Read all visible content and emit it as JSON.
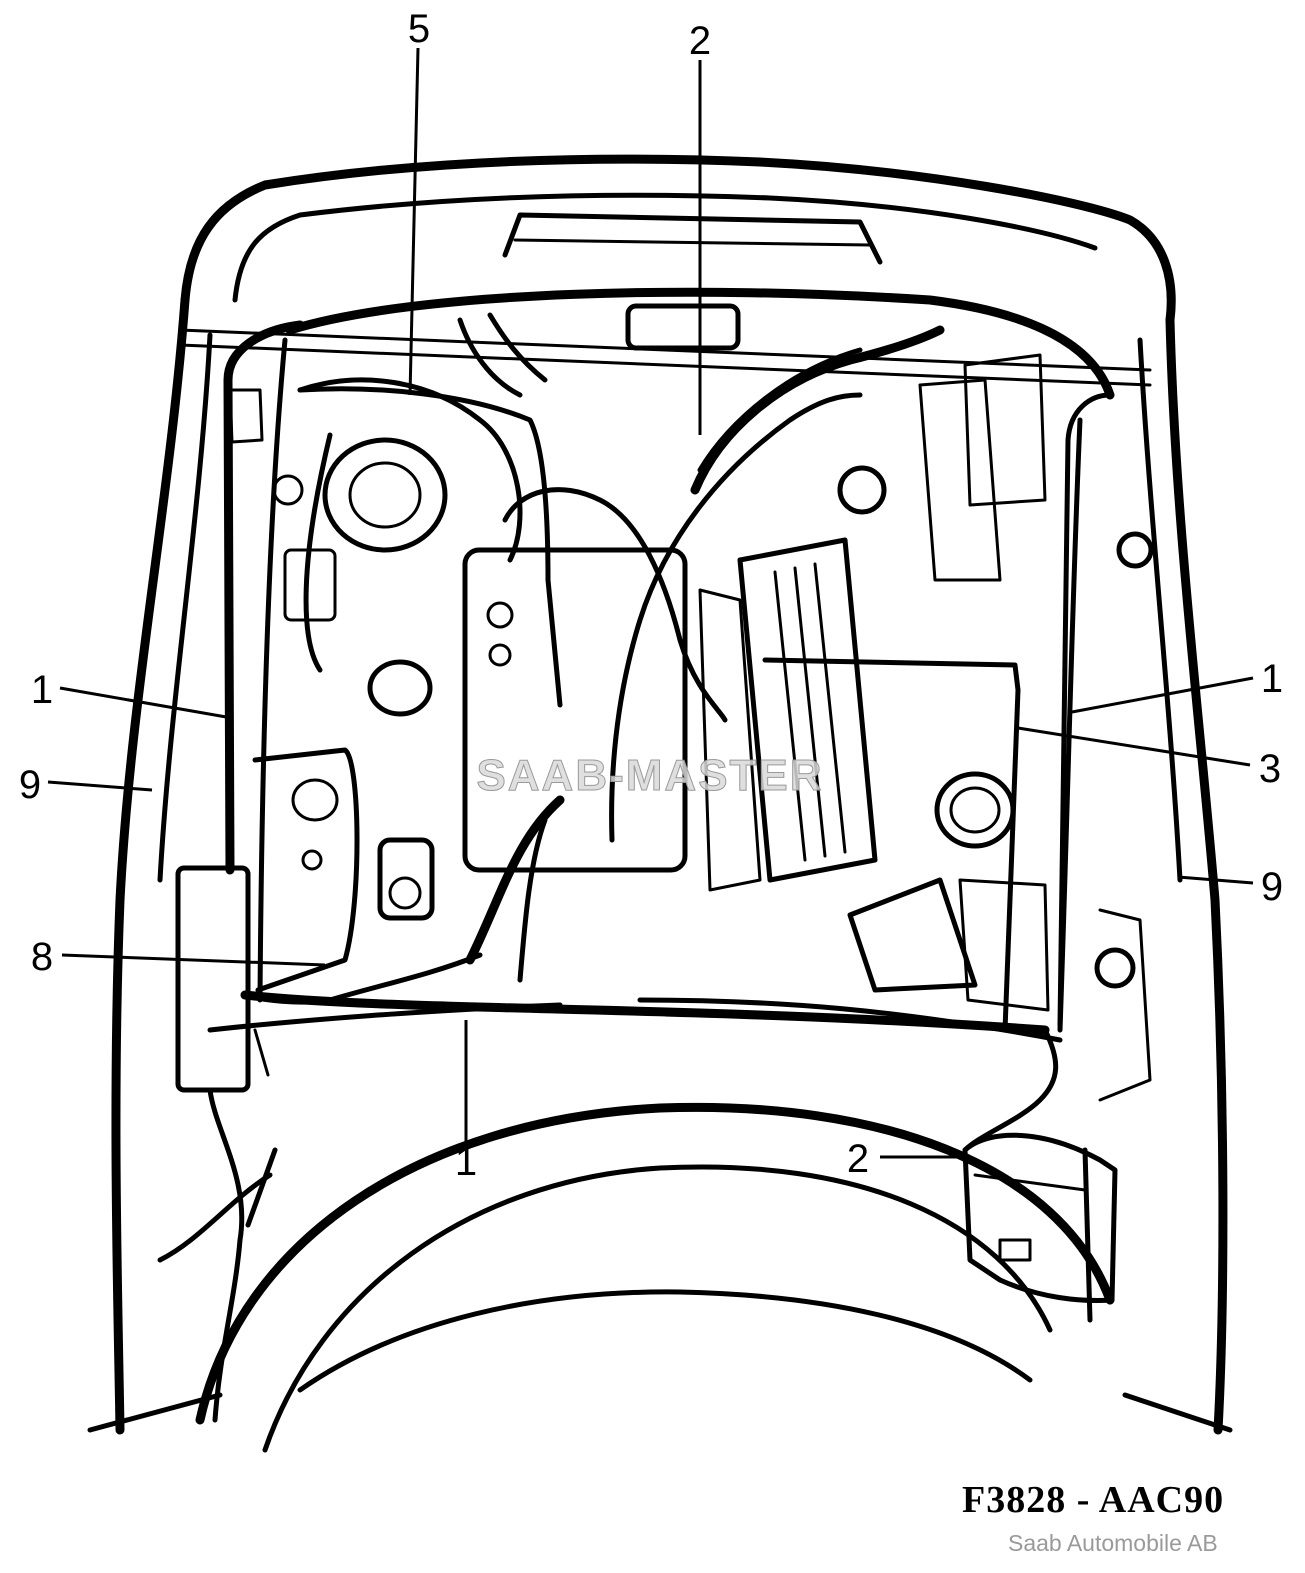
{
  "figure": {
    "code": "F3828 - AAC90",
    "credit": "Saab Automobile AB",
    "watermark": "SAAB-MASTER"
  },
  "callouts": {
    "c5_top": "5",
    "c2_top": "2",
    "c1_left": "1",
    "c9_left": "9",
    "c8_left": "8",
    "c1_bottom": "1",
    "c2_bottom": "2",
    "c1_right": "1",
    "c3_right": "3",
    "c9_right": "9"
  }
}
